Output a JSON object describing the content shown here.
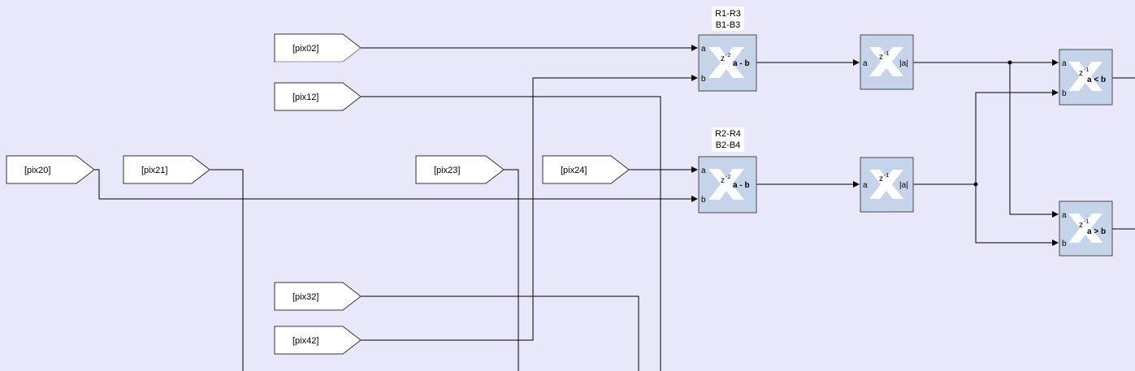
{
  "goto_tags": [
    {
      "id": "pix02",
      "label": "[pix02]"
    },
    {
      "id": "pix12",
      "label": "[pix12]"
    },
    {
      "id": "pix20",
      "label": "[pix20]"
    },
    {
      "id": "pix21",
      "label": "[pix21]"
    },
    {
      "id": "pix23",
      "label": "[pix23]"
    },
    {
      "id": "pix24",
      "label": "[pix24]"
    },
    {
      "id": "pix32",
      "label": "[pix32]"
    },
    {
      "id": "pix42",
      "label": "[pix42]"
    }
  ],
  "blocks": [
    {
      "id": "sub1",
      "kind": "subtract",
      "annotation": [
        "R1-R3",
        "B1-B3"
      ],
      "latency": "z",
      "latency_exp": "-2",
      "op": "a - b",
      "ports": [
        "a",
        "b"
      ]
    },
    {
      "id": "sub2",
      "kind": "subtract",
      "annotation": [
        "R2-R4",
        "B2-B4"
      ],
      "latency": "z",
      "latency_exp": "-2",
      "op": "a - b",
      "ports": [
        "a",
        "b"
      ]
    },
    {
      "id": "abs1",
      "kind": "abs",
      "latency": "z",
      "latency_exp": "-1",
      "op": "|a|",
      "ports": [
        "a"
      ]
    },
    {
      "id": "abs2",
      "kind": "abs",
      "latency": "z",
      "latency_exp": "-1",
      "op": "|a|",
      "ports": [
        "a"
      ]
    },
    {
      "id": "lt",
      "kind": "relational",
      "latency": "z",
      "latency_exp": "-1",
      "op": "a < b",
      "ports": [
        "a",
        "b"
      ]
    },
    {
      "id": "gt",
      "kind": "relational",
      "latency": "z",
      "latency_exp": "-1",
      "op": "a > b",
      "ports": [
        "a",
        "b"
      ]
    }
  ],
  "colors": {
    "background": "#e8e8fa",
    "block_fill": "#c6d4ea",
    "logo_fill": "#ffffff",
    "tag_fill": "#ffffff",
    "wire": "#000000"
  }
}
